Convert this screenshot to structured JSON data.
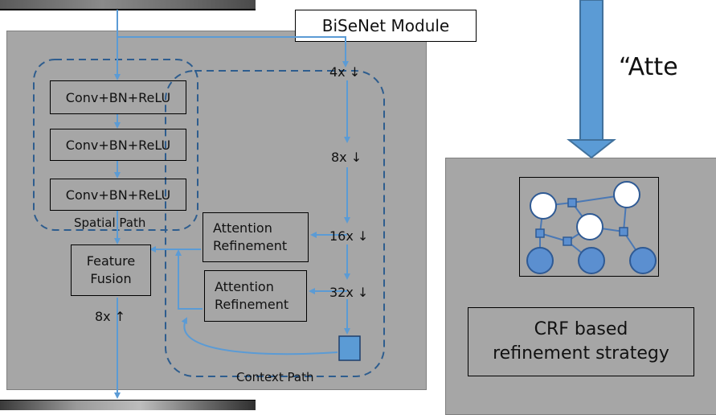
{
  "title": "BiSeNet Module",
  "quote_text": "“Atte",
  "spatial_path": {
    "label": "Spatial Path",
    "blocks": [
      "Conv+BN+ReLU",
      "Conv+BN+ReLU",
      "Conv+BN+ReLU"
    ]
  },
  "context_path": {
    "label": "Context Path",
    "scales": [
      "4x ↓",
      "8x ↓",
      "16x ↓",
      "32x ↓"
    ]
  },
  "attention_refinement": [
    "Attention\nRefinement",
    "Attention\nRefinement"
  ],
  "feature_fusion": "Feature\nFusion",
  "upsample": "8x ↑",
  "crf_box": "CRF based\nrefinement strategy",
  "colors": {
    "panel": "#a6a6a6",
    "arrow": "#5b9bd5",
    "dashed": "#2e5d8e",
    "node_dark": "#5b8fd0",
    "node_light": "#ffffff"
  }
}
